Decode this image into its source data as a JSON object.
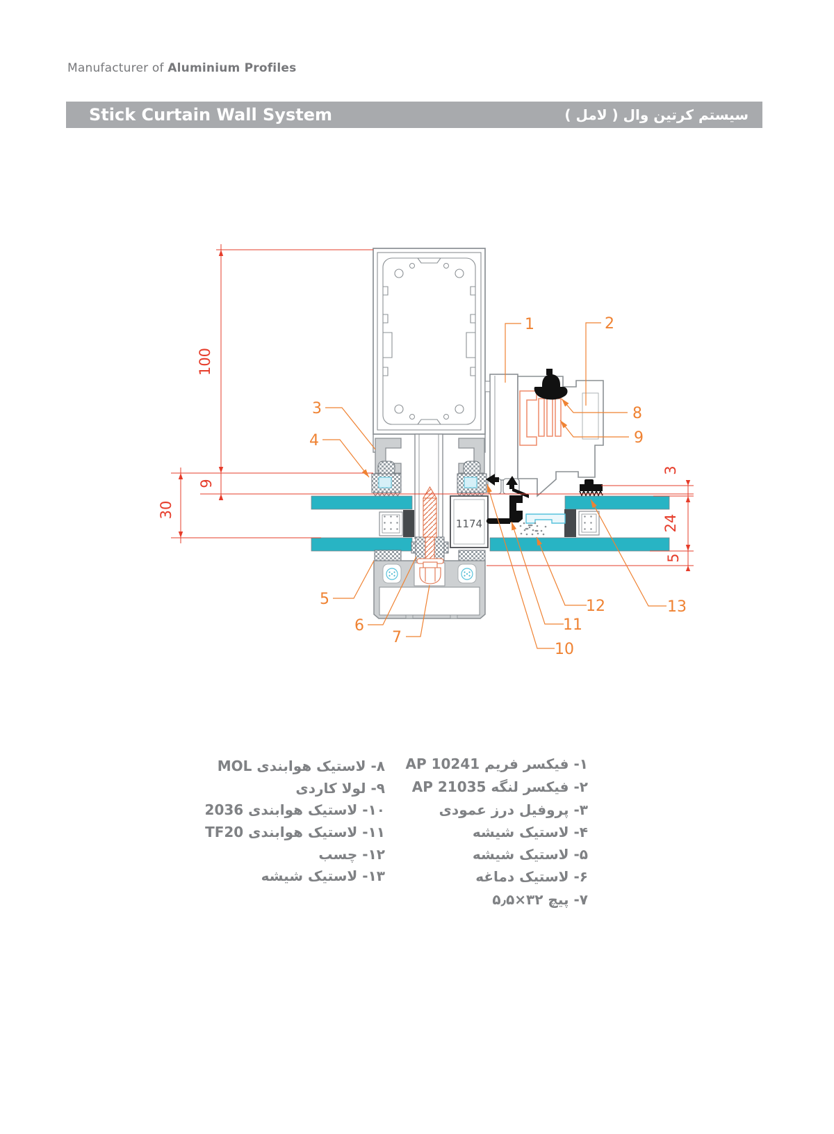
{
  "header": {
    "tagline_regular": "Manufacturer of ",
    "tagline_bold": "Aluminium Profiles",
    "bar": {
      "title_en": "Stick Curtain Wall System",
      "title_fa": "سیستم کرتین وال ( لامل )"
    }
  },
  "drawing": {
    "profile_label": "1174",
    "dims": {
      "d100": "100",
      "d9": "9",
      "d30": "30",
      "d3": "3",
      "d24": "24",
      "d5": "5"
    },
    "callouts": [
      "1",
      "2",
      "3",
      "4",
      "5",
      "6",
      "7",
      "8",
      "9",
      "10",
      "11",
      "12",
      "13"
    ],
    "colors": {
      "glass": "#28b4c4",
      "dimension": "#e63c2a",
      "callout": "#ef8232",
      "outline_gray": "#8b9094",
      "fill_gray": "#cdd0d2",
      "gasket_black": "#111111",
      "screw_orange": "#e0714a",
      "detail_cyan": "#56c2dc",
      "header_bar": "#a8aaad"
    }
  },
  "legend": {
    "right": [
      "۱- فیکسر فریم AP 10241",
      "۲- فیکسر لنگه AP 21035",
      "۳- پروفیل درز عمودی",
      "۴- لاستیک شیشه",
      "۵- لاستیک شیشه",
      "۶- لاستیک دماغه",
      "۷- پیچ ‪۵٫۵×۳۲‬"
    ],
    "left": [
      "۸- لاستیک هوابندی MOL",
      "۹- لولا کاردی",
      "۱۰- لاستیک هوابندی 2036",
      "۱۱- لاستیک هوابندی TF20",
      "۱۲- چسب",
      "۱۳- لاستیک شیشه"
    ]
  }
}
